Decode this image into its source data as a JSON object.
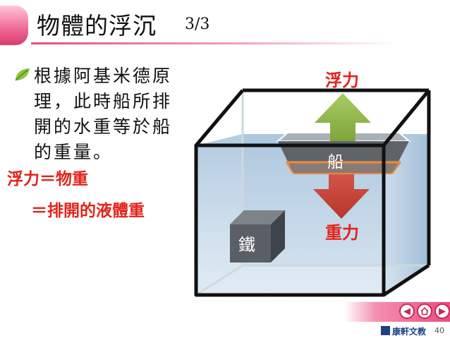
{
  "title": "物體的浮沉",
  "page_indicator": "3/3",
  "paragraph_lines": [
    "根據阿基米德原",
    "理，此時船所排",
    "開的水重等於船",
    "的重量。"
  ],
  "formula": {
    "line1": "浮力＝物重",
    "line2": "＝排開的液體重"
  },
  "diagram": {
    "buoyancy_label": "浮力",
    "gravity_label": "重力",
    "boat_label": "船",
    "iron_label": "鐵",
    "colors": {
      "water": "#b9d0e4",
      "buoyancy_arrow": "#8fb94b",
      "gravity_arrow": "#cf4134",
      "boat": "#5f6469",
      "iron": "#5a5f66",
      "waterline": "#f0883a",
      "label_red": "#e2231a"
    }
  },
  "nav": {
    "back_icon": "arrow-left-icon",
    "home_icon": "home-icon",
    "next_icon": "arrow-right-icon"
  },
  "footer": {
    "publisher": "康軒文教",
    "page_number": "40"
  }
}
